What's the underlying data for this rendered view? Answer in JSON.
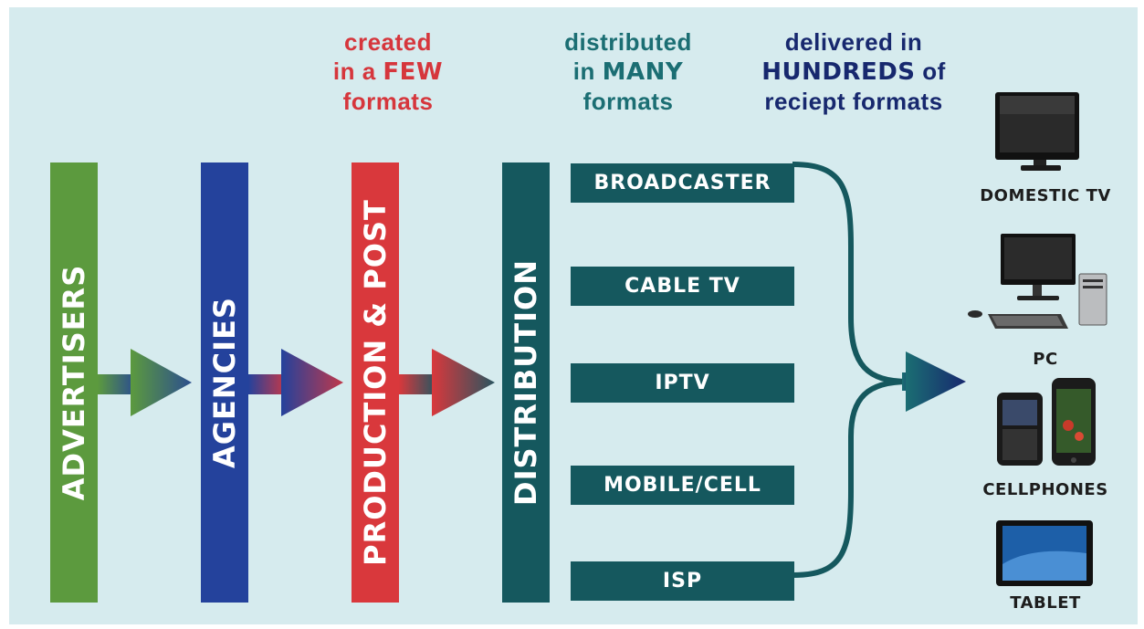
{
  "captions": {
    "few": {
      "line1": "created",
      "line2_pre": "in a ",
      "line2_bold": "FEW",
      "line2_post": "",
      "line3": "formats",
      "color": "#d6363c"
    },
    "many": {
      "line1": "distributed",
      "line2_pre": "in ",
      "line2_bold": "MANY",
      "line2_post": "",
      "line3": "formats",
      "color": "#1b6e73"
    },
    "hundreds": {
      "line1": "delivered in",
      "line2_pre": "",
      "line2_bold": "HUNDREDS",
      "line2_post": " of",
      "line3": "reciept formats",
      "color": "#17286e"
    }
  },
  "stages": [
    {
      "label": "ADVERTISERS",
      "color": "#5c9a3e"
    },
    {
      "label": "AGENCIES",
      "color": "#24429c"
    },
    {
      "label": "PRODUCTION & POST",
      "color": "#d9383c"
    },
    {
      "label": "DISTRIBUTION",
      "color": "#15585e"
    }
  ],
  "channels": [
    "BROADCASTER",
    "CABLE TV",
    "IPTV",
    "MOBILE/CELL",
    "ISP"
  ],
  "devices": [
    {
      "label": "DOMESTIC TV",
      "icon": "tv-icon"
    },
    {
      "label": "PC",
      "icon": "pc-icon"
    },
    {
      "label": "CELLPHONES",
      "icon": "cellphones-icon"
    },
    {
      "label": "TABLET",
      "icon": "tablet-icon"
    }
  ]
}
